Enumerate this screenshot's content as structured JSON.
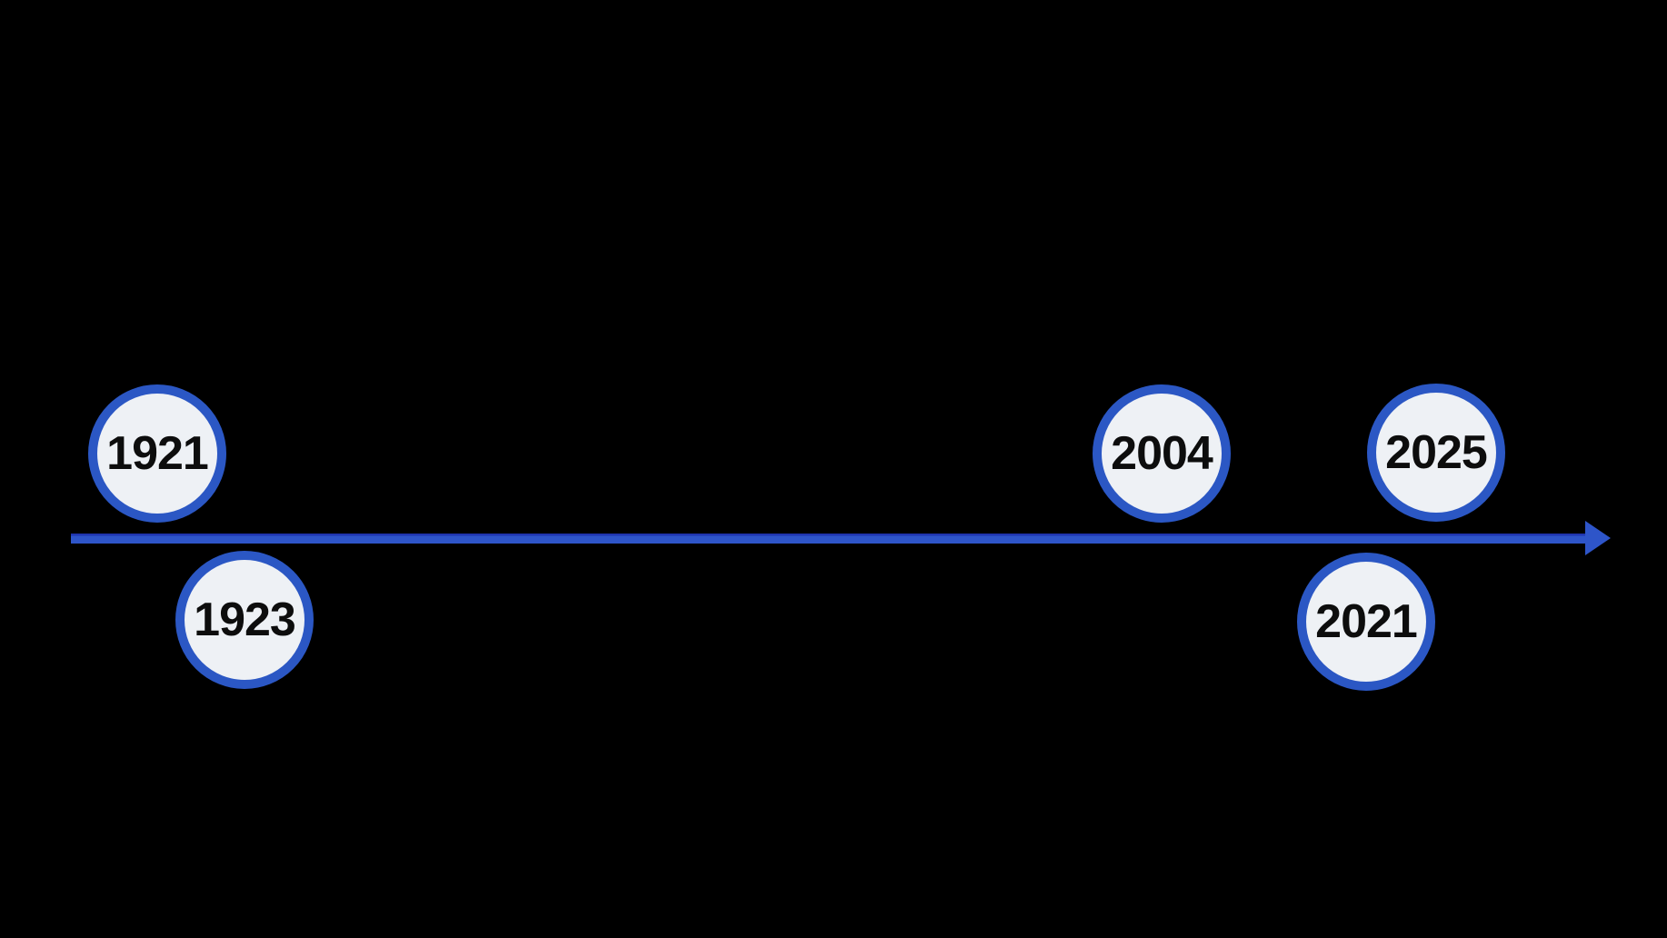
{
  "timeline": {
    "events": [
      {
        "year": "1921",
        "position": "above"
      },
      {
        "year": "1923",
        "position": "below"
      },
      {
        "year": "2004",
        "position": "above"
      },
      {
        "year": "2021",
        "position": "below"
      },
      {
        "year": "2025",
        "position": "above"
      }
    ]
  },
  "colors": {
    "background": "#000000",
    "axis_blue": "#2e55c9",
    "circle_border_blue": "#2b57c4",
    "circle_fill": "#eef1f5",
    "year_text": "#0d0d0d"
  }
}
